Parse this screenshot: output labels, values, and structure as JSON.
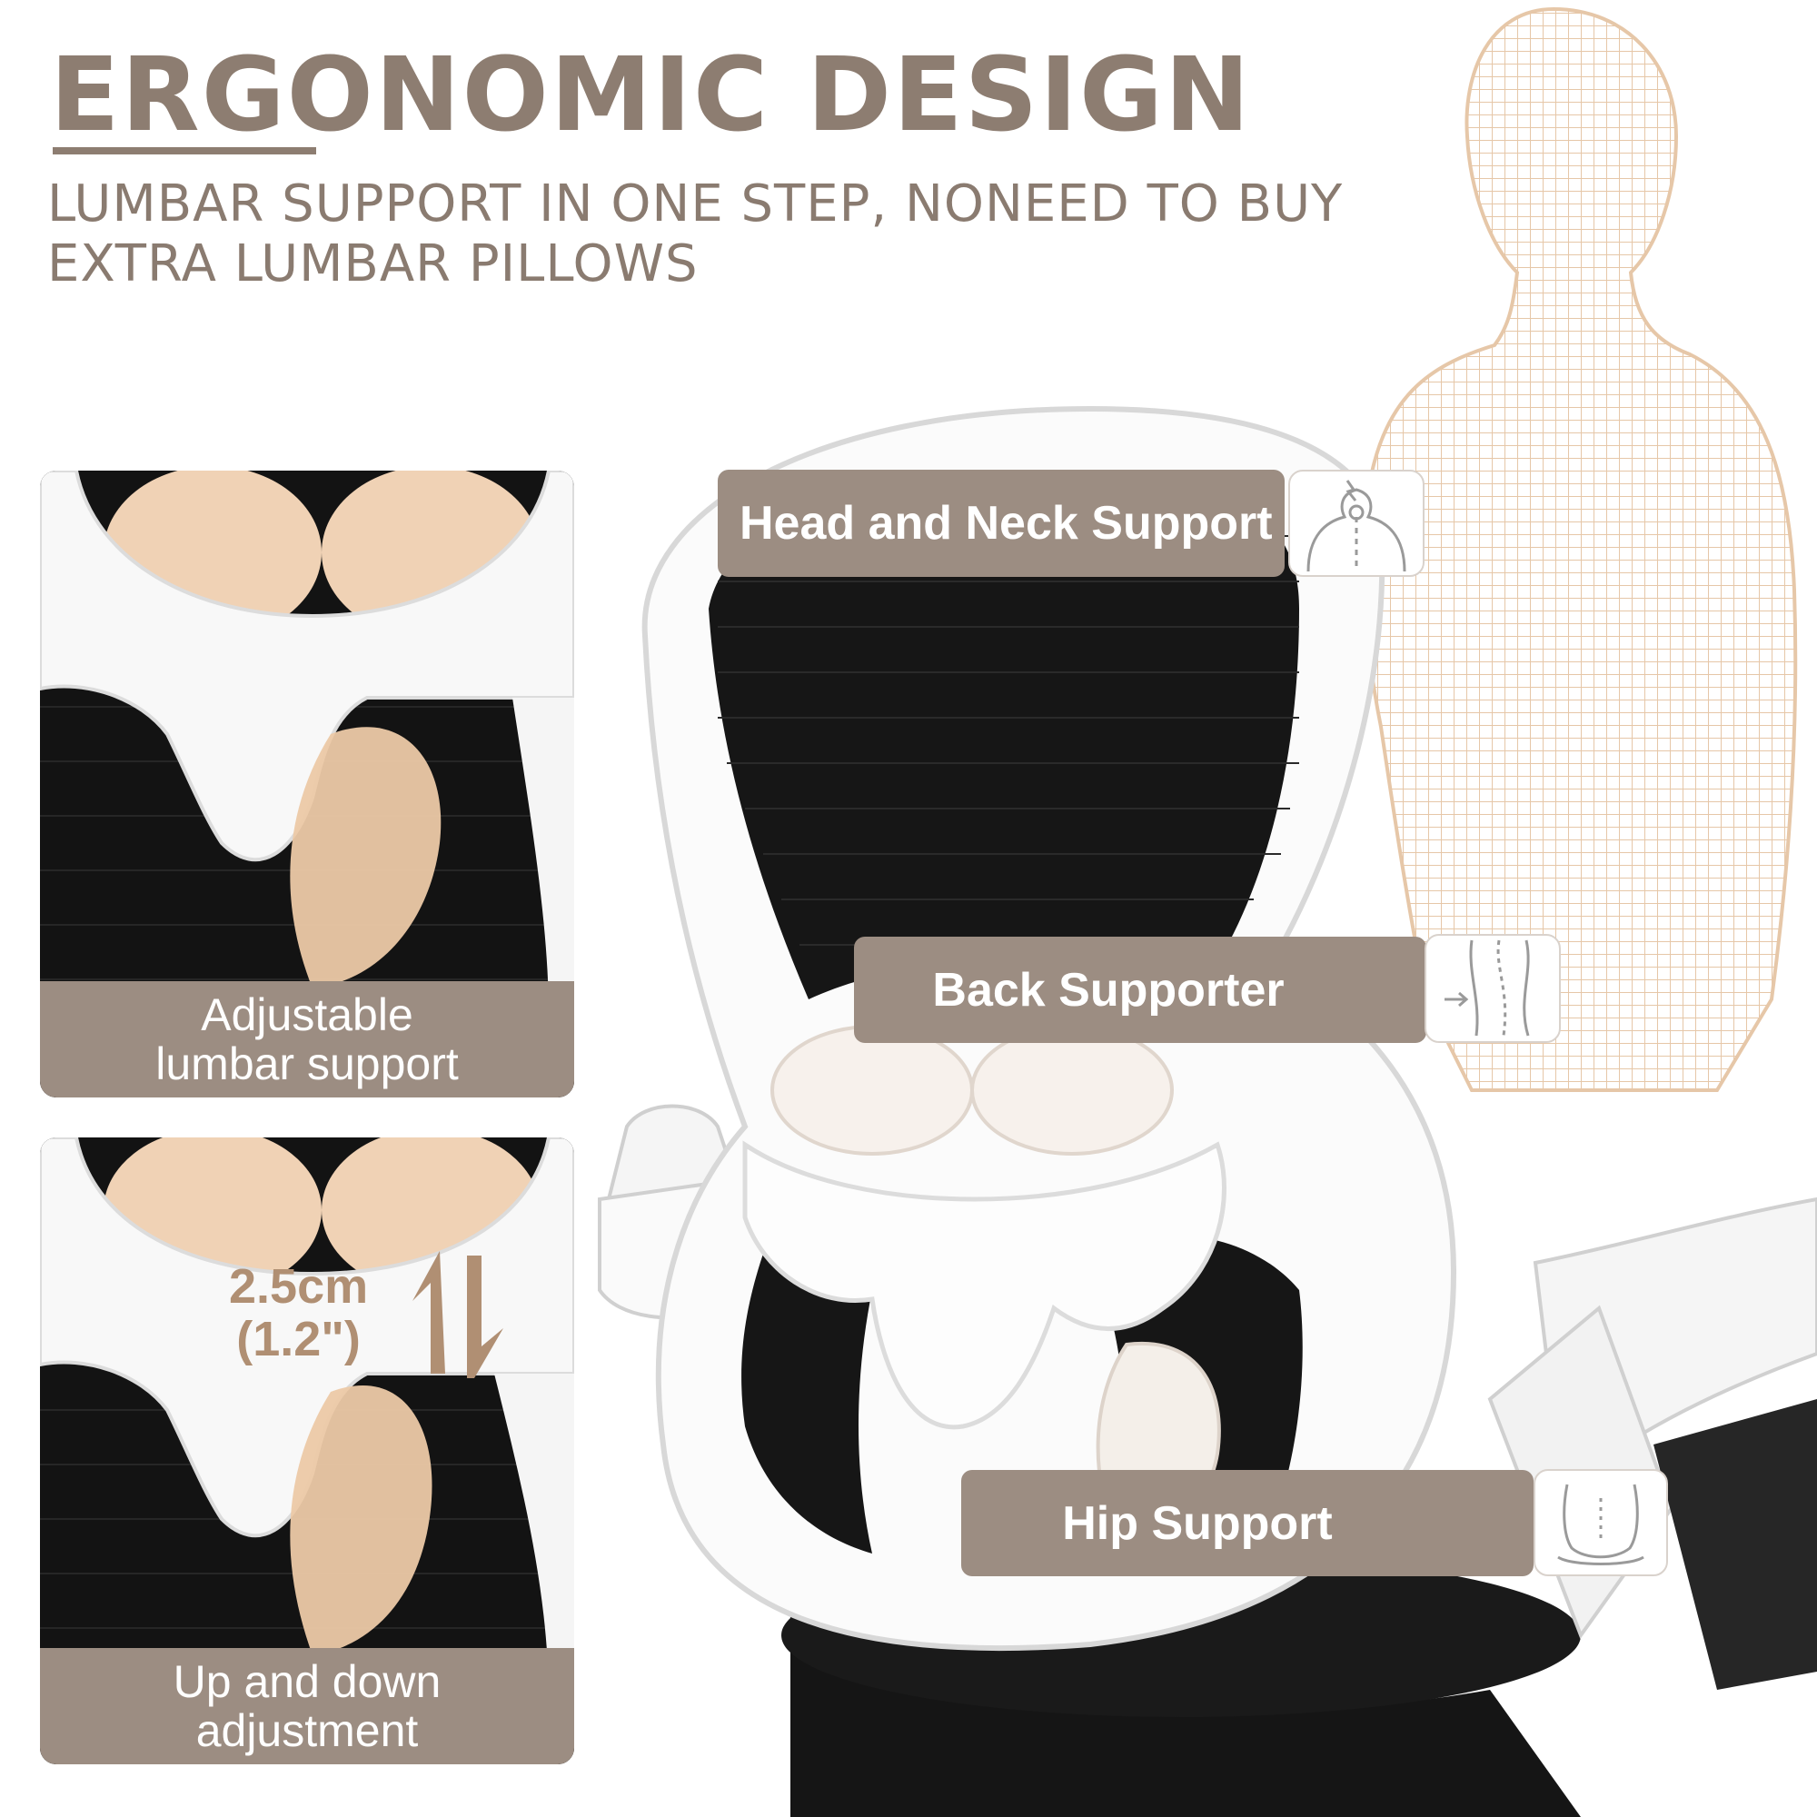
{
  "header": {
    "title": "ERGONOMIC DESIGN",
    "subtitle_lines": [
      "LUMBAR SUPPORT IN ONE STEP, NONEED TO BUY",
      "EXTRA LUMBAR PILLOWS"
    ]
  },
  "panels": [
    {
      "caption_lines": [
        "Adjustable",
        "lumbar support"
      ]
    },
    {
      "caption_lines": [
        "Up and down",
        "adjustment"
      ],
      "adjust_range": [
        "2.5cm",
        "(1.2\")"
      ]
    }
  ],
  "labels": {
    "head_neck": "Head and Neck Support",
    "back": "Back Supporter",
    "hip": "Hip Support"
  },
  "colors": {
    "brand_brown": "#8d7d71",
    "label_bar": "#9c8d82",
    "pad_peach": "#f0d2b5",
    "mesh_black": "#151515",
    "frame_white": "#fbfbfb",
    "body_wireframe": "#e6c7a8"
  },
  "icons": [
    "neck-spine-icon",
    "back-spine-icon",
    "hip-icon",
    "up-down-arrows-icon"
  ]
}
